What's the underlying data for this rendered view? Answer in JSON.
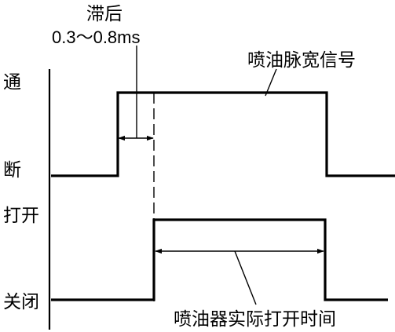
{
  "labels": {
    "on": "通",
    "off": "断",
    "open": "打开",
    "close": "关闭",
    "delay_title": "滞后",
    "delay_range": "0.3～0.8ms",
    "pulse_signal": "喷油脉宽信号",
    "actual_open_time": "喷油器实际打开时间"
  }
}
